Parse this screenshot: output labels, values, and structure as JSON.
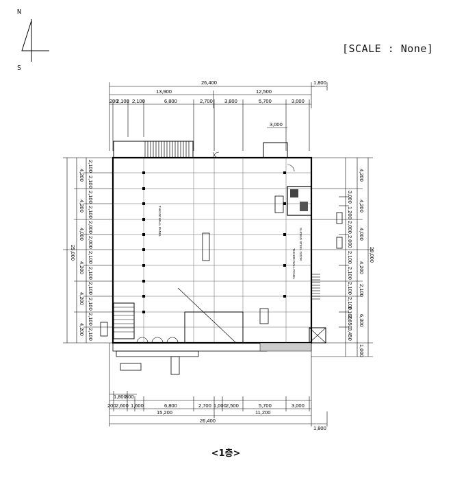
{
  "compass": {
    "north": "N",
    "south": "S",
    "icon": "north-arrow-icon"
  },
  "scale_text": "[SCALE : None]",
  "caption": "<1층>",
  "top_dims": {
    "overall": "26,400",
    "right_ext": "1,800",
    "left_half": "13,900",
    "right_half": "12,500",
    "bays": [
      "200",
      "2,100",
      "2,100",
      "6,800",
      "2,700",
      "3,800",
      "5,700",
      "3,000"
    ],
    "inner": "3,000"
  },
  "bottom_dims": {
    "bays": [
      "200",
      "2,600",
      "1,600",
      "6,800",
      "2,700",
      "1,000",
      "2,500",
      "5,700",
      "3,000"
    ],
    "upper": [
      "1,800",
      "800"
    ],
    "half": [
      "15,200",
      "11,200"
    ],
    "overall": "26,400",
    "right_ext": "1,800"
  },
  "left_dims": {
    "overall": "25,000",
    "bays": [
      "4,200",
      "4,200",
      "4,000",
      "4,200",
      "4,200",
      "4,200"
    ],
    "sub": [
      "2,100",
      "2,100",
      "2,100",
      "2,100",
      "2,000",
      "2,000",
      "2,100",
      "2,100",
      "2,100",
      "2,100",
      "2,100",
      "2,100"
    ]
  },
  "right_dims": {
    "overall": "28,000",
    "bays": [
      "4,200",
      "4,200",
      "4,000",
      "4,200",
      "2,100",
      "6,300",
      "1,000"
    ],
    "sub": [
      "3,000",
      "1,200",
      "2,000",
      "2,000",
      "2,100",
      "2,100",
      "2,100",
      "2,100",
      "2,100",
      "2,850",
      "3,450"
    ]
  },
  "notes": {
    "wall_left": "THK100 WALL PANEL",
    "wall_right": "THK100 WALL PANEL",
    "right_note": "SLIDING STEEL DOOR"
  }
}
